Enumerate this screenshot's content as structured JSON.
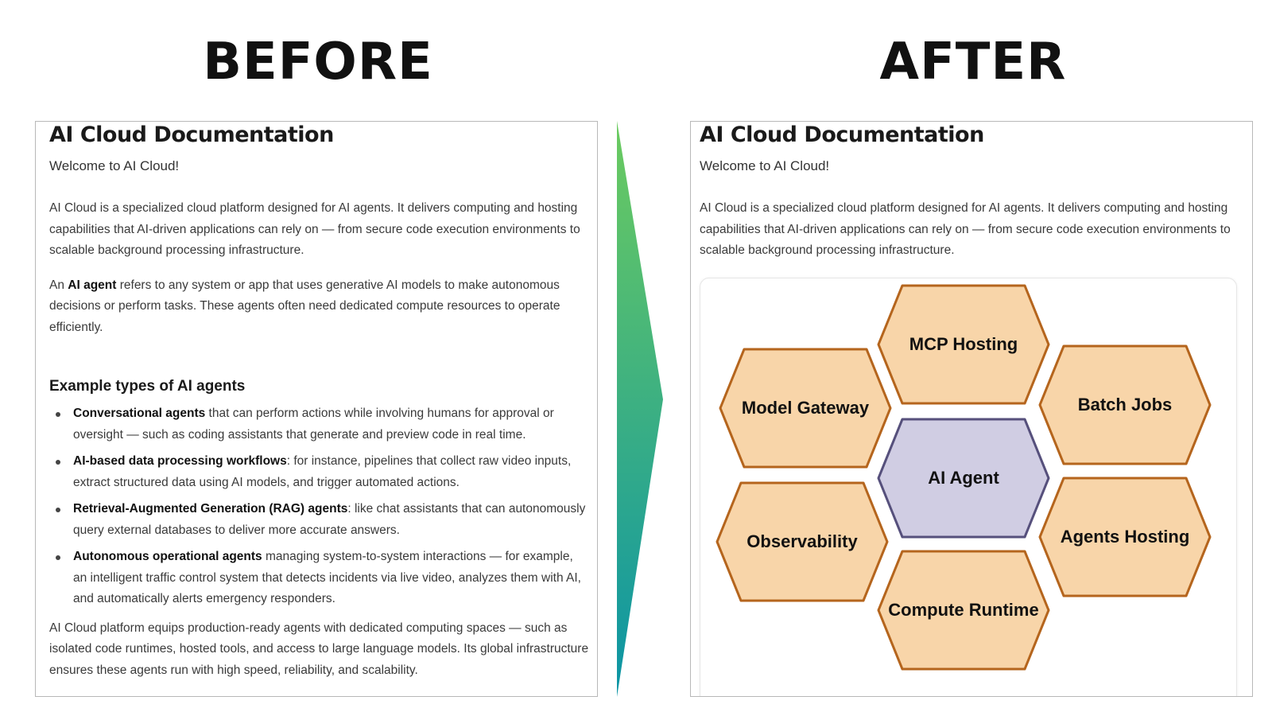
{
  "labels": {
    "before": "BEFORE",
    "after": "AFTER"
  },
  "doc": {
    "title": "AI Cloud Documentation",
    "welcome": "Welcome to AI Cloud!",
    "intro": "AI Cloud is a specialized cloud platform designed for AI agents. It delivers computing and hosting capabilities that AI-driven applications can rely on — from secure code execution environments to scalable background processing infrastructure.",
    "agent_def": {
      "pre": "An ",
      "bold": "AI agent",
      "post": " refers to any system or app that uses generative AI models to make autonomous decisions or perform tasks. These agents often need dedicated compute resources to operate efficiently."
    },
    "examples_heading": "Example types of AI agents",
    "examples": [
      {
        "bold": "Conversational agents",
        "text": " that can perform actions while involving humans for approval or oversight — such as coding assistants that generate and preview code in real time."
      },
      {
        "bold": "AI-based data processing workflows",
        "text": ": for instance, pipelines that collect raw video inputs, extract structured data using AI models, and trigger automated actions."
      },
      {
        "bold": "Retrieval-Augmented Generation (RAG) agents",
        "text": ": like chat assistants that can autonomously query external databases to deliver more accurate answers."
      },
      {
        "bold": "Autonomous operational agents",
        "text": " managing system-to-system interactions — for example, an intelligent traffic control system that detects incidents via live video, analyzes them with AI, and automatically alerts emergency responders."
      }
    ],
    "closing": "AI Cloud platform equips production-ready agents with dedicated computing spaces — such as isolated code runtimes, hosted tools, and access to large language models. Its global infrastructure ensures these agents run with high speed, reliability, and scalability."
  },
  "diagram": {
    "center": "AI Agent",
    "nodes": [
      "MCP Hosting",
      "Model Gateway",
      "Batch Jobs",
      "Observability",
      "Agents Hosting",
      "Compute Runtime"
    ],
    "colors": {
      "node_fill": "#f8d5a9",
      "node_stroke": "#b5651d",
      "center_fill": "#d0cde3",
      "center_stroke": "#56507c",
      "arrow_top": "#6ccb5f",
      "arrow_bottom": "#0b94a6"
    }
  }
}
